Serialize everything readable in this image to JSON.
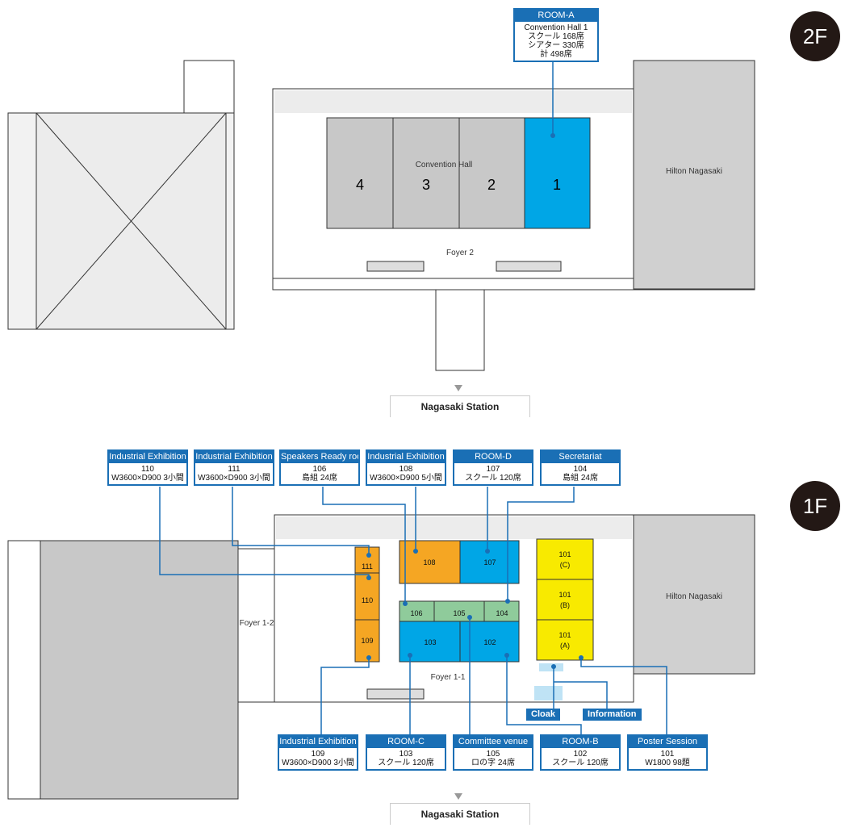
{
  "floors": {
    "f2": "2F",
    "f1": "1F"
  },
  "station": "Nagasaki Station",
  "hotel": "Hilton Nagasaki",
  "floor2": {
    "hall": "Convention Hall",
    "rooms": [
      "4",
      "3",
      "2",
      "1"
    ],
    "foyer": "Foyer 2",
    "room_a": {
      "title": "ROOM-A",
      "lines": [
        "Convention Hall  1",
        "スクール  168席",
        "シアター  330席",
        "計  498席"
      ]
    }
  },
  "floor1": {
    "foyer12": "Foyer 1-2",
    "foyer11": "Foyer 1-1",
    "rooms": {
      "r111": "111",
      "r110": "110",
      "r109": "109",
      "r108": "108",
      "r107": "107",
      "r106": "106",
      "r105": "105",
      "r104": "104",
      "r103": "103",
      "r102": "102",
      "r101c": [
        "101",
        "(C)"
      ],
      "r101b": [
        "101",
        "(B)"
      ],
      "r101a": [
        "101",
        "(A)"
      ]
    },
    "cloak": "Cloak",
    "information": "Information",
    "top_labels": [
      {
        "title": "Industrial Exhibition",
        "num": "110",
        "detail": "W3600×D900  3小間"
      },
      {
        "title": "Industrial Exhibition",
        "num": "111",
        "detail": "W3600×D900  3小間"
      },
      {
        "title": "Speakers Ready room",
        "num": "106",
        "detail": "島組  24席"
      },
      {
        "title": "Industrial Exhibition",
        "num": "108",
        "detail": "W3600×D900  5小間"
      },
      {
        "title": "ROOM-D",
        "num": "107",
        "detail": "スクール  120席"
      },
      {
        "title": "Secretariat",
        "num": "104",
        "detail": "島組  24席"
      }
    ],
    "bottom_labels": [
      {
        "title": "Industrial Exhibition",
        "num": "109",
        "detail": "W3600×D900  3小間"
      },
      {
        "title": "ROOM-C",
        "num": "103",
        "detail": "スクール  120席"
      },
      {
        "title": "Committee venue",
        "num": "105",
        "detail": "ロの字  24席"
      },
      {
        "title": "ROOM-B",
        "num": "102",
        "detail": "スクール  120席"
      },
      {
        "title": "Poster Session",
        "num": "101",
        "detail": "W1800  98題"
      }
    ]
  },
  "colors": {
    "blue": "#00a6e6",
    "orange": "#f5a623",
    "green": "#8fcb9b",
    "yellow": "#f8ea00",
    "gray": "#c8c8c8",
    "accent": "#1a6fb5"
  }
}
